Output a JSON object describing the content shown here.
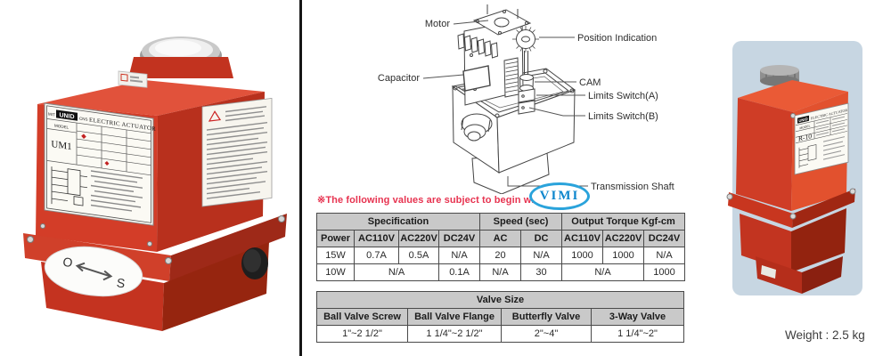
{
  "left_photo": {
    "brand_prefix": "MIT",
    "brand": "UNID",
    "brand_suffix": "CNS",
    "label_title": "ELECTRIC ACTUATOR",
    "model_label": "MODEL",
    "model": "UM1",
    "indicator_open": "O",
    "indicator_shut": "S"
  },
  "diagram": {
    "labels": {
      "motor": "Motor",
      "position_indication": "Position Indication",
      "capacitor": "Capacitor",
      "cam": "CAM",
      "limits_switch_a": "Limits Switch(A)",
      "limits_switch_b": "Limits Switch(B)",
      "transmission_shaft": "Transmission Shaft"
    }
  },
  "note": "※The following values are subject to begin with 60Hz",
  "logo": "VIMI",
  "spec_table": {
    "group_headers": [
      "Specification",
      "Speed (sec)",
      "Output Torque Kgf-cm"
    ],
    "columns": [
      "Power",
      "AC110V",
      "AC220V",
      "DC24V",
      "AC",
      "DC",
      "AC110V",
      "AC220V",
      "DC24V"
    ],
    "rows": [
      [
        "15W",
        "0.7A",
        "0.5A",
        "N/A",
        "20",
        "N/A",
        "1000",
        "1000",
        "N/A"
      ],
      [
        "10W",
        "N/A",
        "0.1A",
        "N/A",
        "30",
        "N/A",
        "1000"
      ]
    ]
  },
  "valve_table": {
    "title": "Valve Size",
    "columns": [
      "Ball Valve Screw",
      "Ball Valve Flange",
      "Butterfly Valve",
      "3-Way Valve"
    ],
    "values": [
      "1\"~2 1/2\"",
      "1 1/4\"~2 1/2\"",
      "2\"~4\"",
      "1 1/4\"~2\""
    ]
  },
  "right_photo": {
    "brand": "UNID",
    "label_title": "ELECTRIC ACTUATOR",
    "model_label": "MODEL",
    "model": "R-10"
  },
  "weight": "Weight : 2.5 kg",
  "colors": {
    "body_red": "#d33d28",
    "body_orange": "#e2512e",
    "table_header_gray": "#c9c9c9",
    "note_red": "#e73350",
    "vimi_blue": "#1389cf",
    "photo_bg_blue": "#c7d6e2"
  }
}
